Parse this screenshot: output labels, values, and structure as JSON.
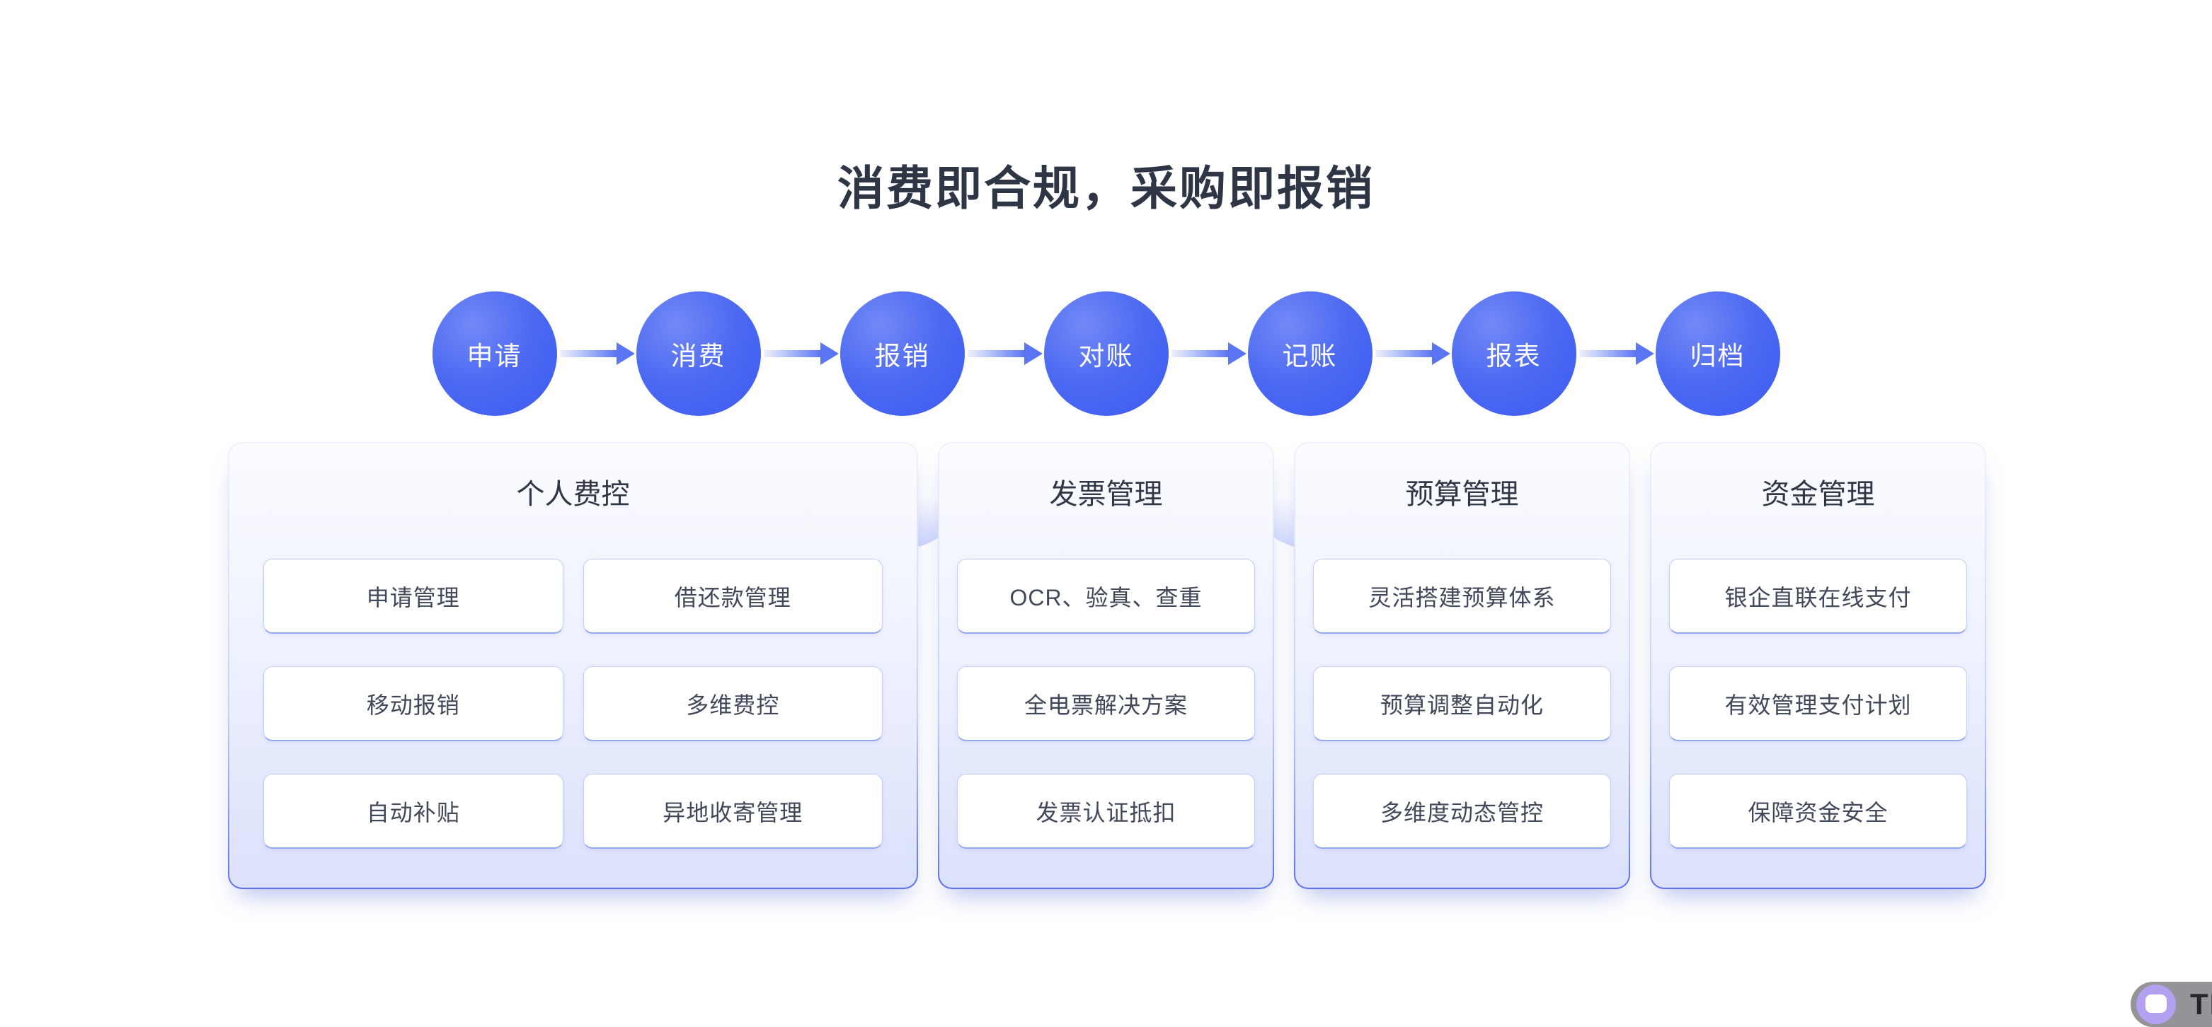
{
  "page": {
    "title": "消费即合规，采购即报销"
  },
  "flow": {
    "steps": [
      "申请",
      "消费",
      "报销",
      "对账",
      "记账",
      "报表",
      "归档"
    ]
  },
  "columns": [
    {
      "title": "个人费控",
      "items": [
        "申请管理",
        "借还款管理",
        "移动报销",
        "多维费控",
        "自动补贴",
        "异地收寄管理"
      ]
    },
    {
      "title": "发票管理",
      "items": [
        "OCR、验真、查重",
        "全电票解决方案",
        "发票认证抵扣"
      ]
    },
    {
      "title": "预算管理",
      "items": [
        "灵活搭建预算体系",
        "预算调整自动化",
        "多维度动态管控"
      ]
    },
    {
      "title": "资金管理",
      "items": [
        "银企直联在线支付",
        "有效管理支付计划",
        "保障资金安全"
      ]
    }
  ],
  "chat_widget": {
    "icon": "chat-bubble-icon",
    "label_fragment": "TIN"
  },
  "colors": {
    "background": "#ffffff",
    "title_text": "#2e3545",
    "card_text": "#414859",
    "circle_blue_light": "#7289f6",
    "circle_blue_dark": "#3d5af0",
    "arrow_blue": "#5b74f2",
    "panel_border_bottom": "#5c6ef1",
    "panel_bg_top": "#fbfcff",
    "panel_bg_bottom": "#dbe1fb",
    "chat_gray": "#939398",
    "chat_purple": "#b3a0f0"
  }
}
